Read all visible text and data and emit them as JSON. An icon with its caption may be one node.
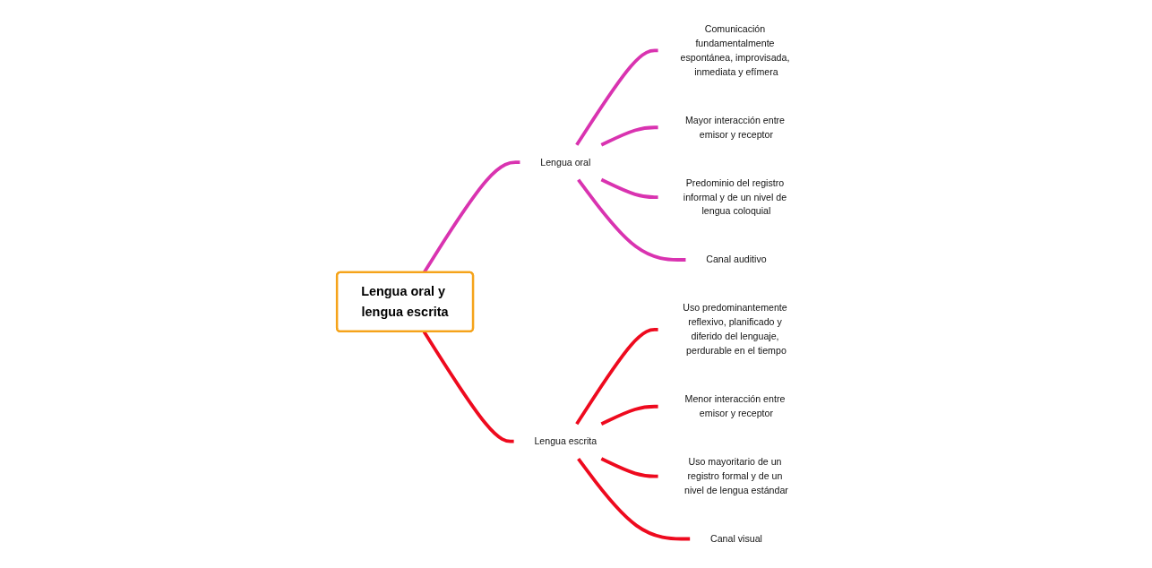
{
  "diagram": {
    "nodes": [
      {
        "text": [
          "Lengua oral y lengua escrita"
        ]
      },
      {
        "text": [
          "Lengua oral"
        ]
      },
      {
        "text": [
          "Comunicación fundamentalmente espontánea, improvisada, inmediata y efímera"
        ]
      },
      {
        "text": [
          "Mayor interacción entre emisor y receptor"
        ]
      },
      {
        "text": [
          "Predominio del registro informal y de un nivel de lengua coloquial"
        ]
      },
      {
        "text": [
          "Canal auditivo"
        ]
      },
      {
        "text": [
          "Lengua escrita"
        ]
      },
      {
        "text": [
          "Uso predominantemente reflexivo, planificado y diferido del lenguaje, perdurable en el tiempo"
        ]
      },
      {
        "text": [
          "Menor interacción entre emisor y receptor"
        ]
      },
      {
        "text": [
          "Uso mayoritario de un registro formal y de un nivel de lengua estándar"
        ]
      },
      {
        "text": [
          "Canal visual"
        ]
      }
    ],
    "edges": [
      {
        "from": 0,
        "to": 1,
        "arrow": "none",
        "color": "#d933b0"
      },
      {
        "from": 1,
        "to": 2,
        "arrow": "none",
        "color": "#d933b0"
      },
      {
        "from": 1,
        "to": 3,
        "arrow": "none",
        "color": "#d933b0"
      },
      {
        "from": 1,
        "to": 4,
        "arrow": "none",
        "color": "#d933b0"
      },
      {
        "from": 1,
        "to": 5,
        "arrow": "none",
        "color": "#d933b0"
      },
      {
        "from": 0,
        "to": 6,
        "arrow": "none",
        "color": "#ee0a1e"
      },
      {
        "from": 6,
        "to": 7,
        "arrow": "none",
        "color": "#ee0a1e"
      },
      {
        "from": 6,
        "to": 8,
        "arrow": "none",
        "color": "#ee0a1e"
      },
      {
        "from": 6,
        "to": 9,
        "arrow": "none",
        "color": "#ee0a1e"
      },
      {
        "from": 6,
        "to": 10,
        "arrow": "none",
        "color": "#ee0a1e"
      }
    ]
  }
}
